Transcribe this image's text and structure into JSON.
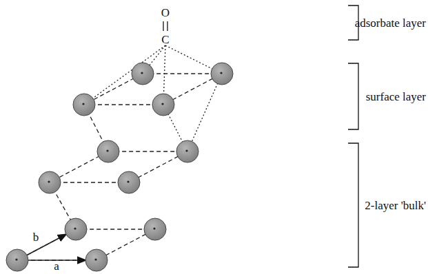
{
  "diagram": {
    "labels": [
      "O",
      "C",
      "adsorbate layer",
      "surface layer",
      "2-layer 'bulk'",
      "b",
      "a"
    ]
  }
}
